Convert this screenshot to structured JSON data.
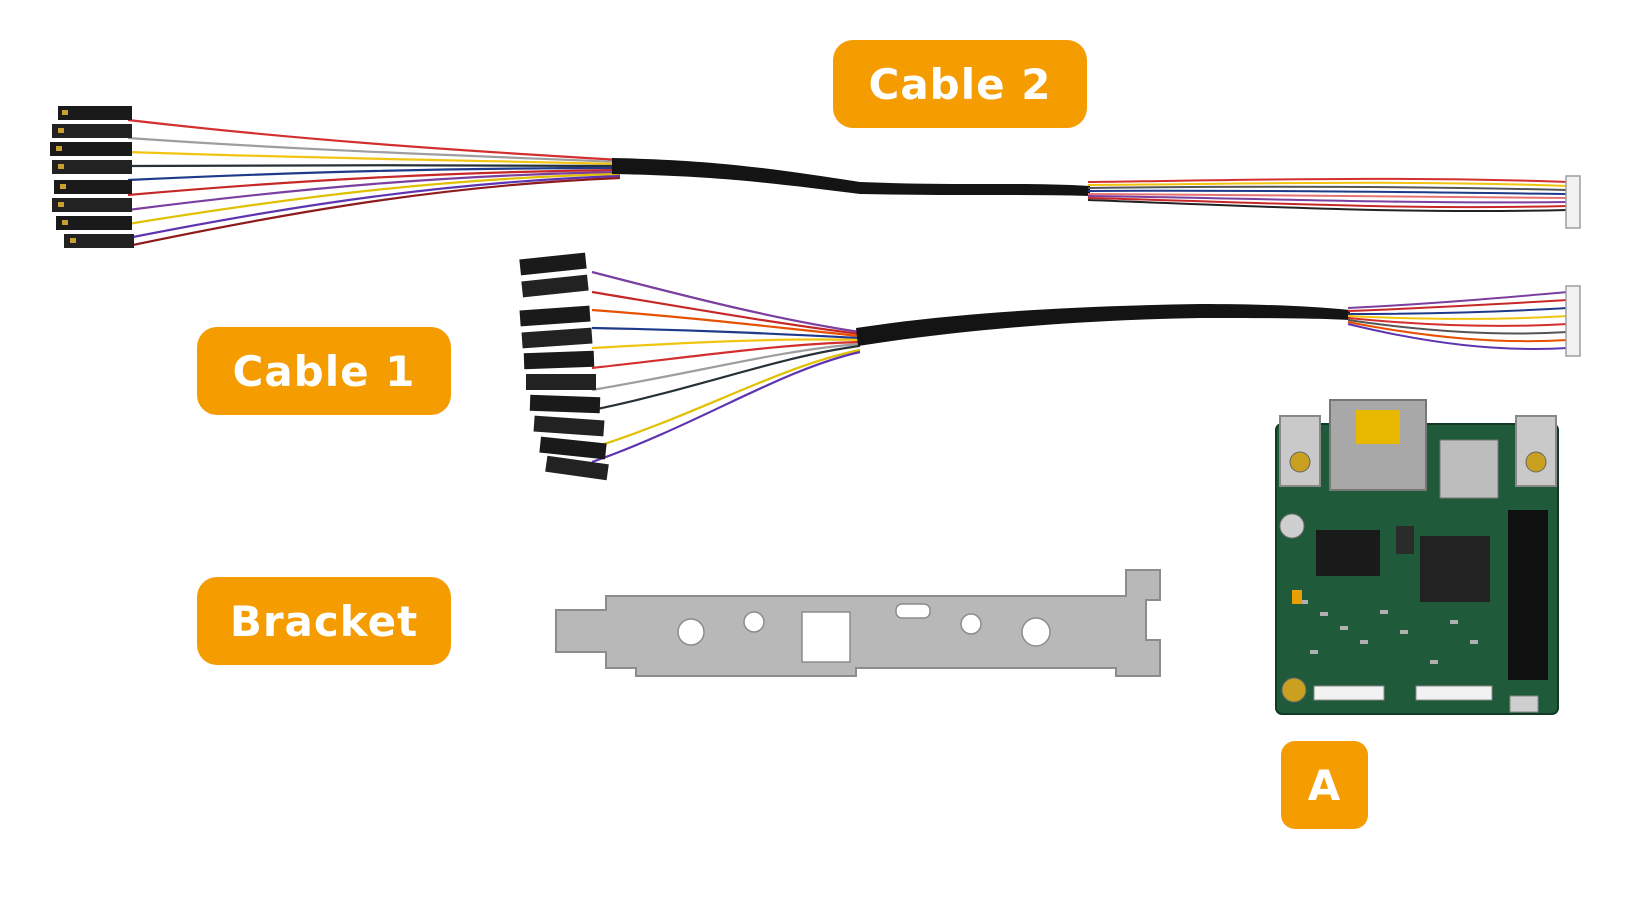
{
  "labels": {
    "cable2": "Cable 2",
    "cable1": "Cable 1",
    "bracket": "Bracket",
    "board": "A"
  },
  "colors": {
    "label_bg": "#f49c00",
    "label_text": "#ffffff",
    "cable_jacket": "#141414",
    "bracket_metal": "#b8b8b8",
    "pcb_green": "#1f5a3a"
  }
}
